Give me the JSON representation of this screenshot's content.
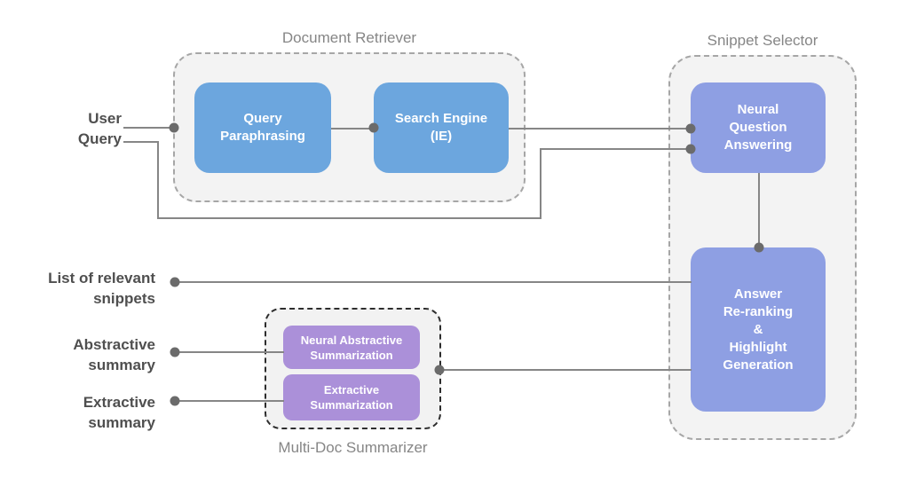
{
  "colors": {
    "blue": "#6CA6DE",
    "periwinkle": "#8E9FE3",
    "purple": "#AB90D9",
    "line": "#868686",
    "dot": "#6b6b6b",
    "container-fill": "#f3f3f3",
    "container-border": "#a6a6a6",
    "dark-border": "#2d2d2d",
    "title-text": "#868686",
    "label-text": "#4f4f4f",
    "box-text": "#ffffff"
  },
  "groups": {
    "document_retriever": {
      "title": "Document Retriever"
    },
    "snippet_selector": {
      "title": "Snippet Selector"
    },
    "multi_doc_summarizer": {
      "title": "Multi-Doc Summarizer"
    }
  },
  "nodes": {
    "query_paraphrasing": {
      "label": "Query\nParaphrasing"
    },
    "search_engine": {
      "label": "Search Engine\n(IE)"
    },
    "neural_question_answering": {
      "label": "Neural\nQuestion\nAnswering"
    },
    "answer_reranking": {
      "label": "Answer\nRe-ranking\n&\nHighlight\nGeneration"
    },
    "neural_abstractive_summarization": {
      "label": "Neural Abstractive\nSummarization"
    },
    "extractive_summarization": {
      "label": "Extractive\nSummarization"
    }
  },
  "io_labels": {
    "user_query": "User\nQuery",
    "list_of_relevant_snippets": "List of relevant\nsnippets",
    "abstractive_summary": "Abstractive\nsummary",
    "extractive_summary": "Extractive\nsummary"
  }
}
